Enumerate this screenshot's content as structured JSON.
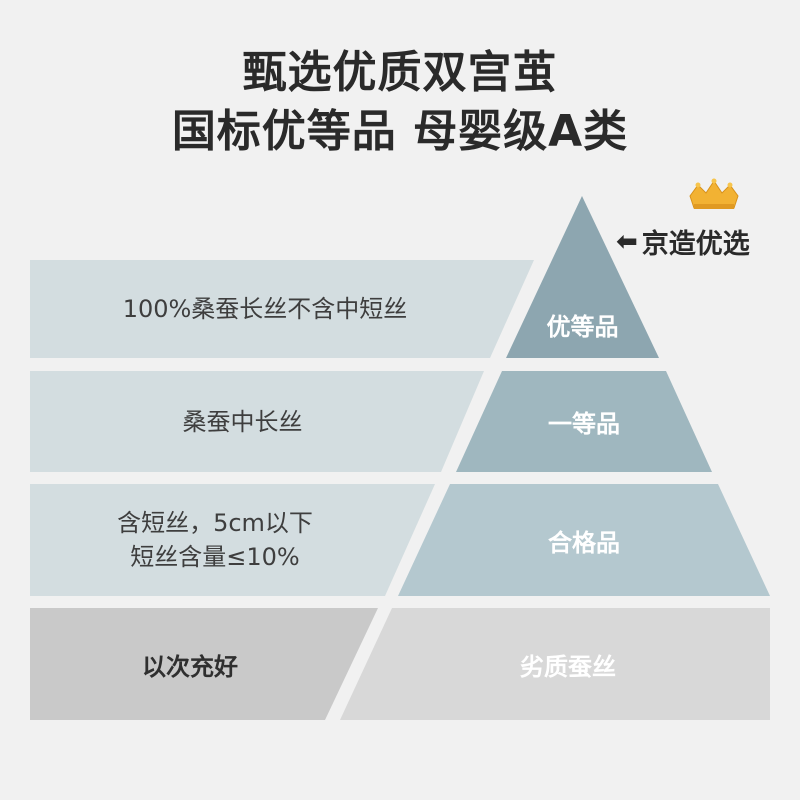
{
  "title": {
    "line1": "甄选优质双宫茧",
    "line2": "国标优等品 母婴级A类"
  },
  "badge": {
    "icon": "crown-icon",
    "arrow_icon": "arrow-left-icon",
    "text": "京造优选"
  },
  "tiers": [
    {
      "left": "100%桑蚕长丝不含中短丝",
      "right": "优等品"
    },
    {
      "left": "桑蚕中长丝",
      "right": "一等品"
    },
    {
      "left_lines": [
        "含短丝，5cm以下",
        "短丝含量≤10%"
      ],
      "right": "合格品"
    },
    {
      "left": "以次充好",
      "right": "劣质蚕丝"
    }
  ],
  "colors": {
    "background": "#f1f1f1",
    "left_band": "#d3dde0",
    "pyramid_top": "#8da6b0",
    "pyramid_mid": "#9fb7bf",
    "pyramid_base": "#b4c8cf",
    "bottom_left": "#c9c9c9",
    "bottom_right": "#d8d8d8",
    "crown": "#f2b233"
  }
}
